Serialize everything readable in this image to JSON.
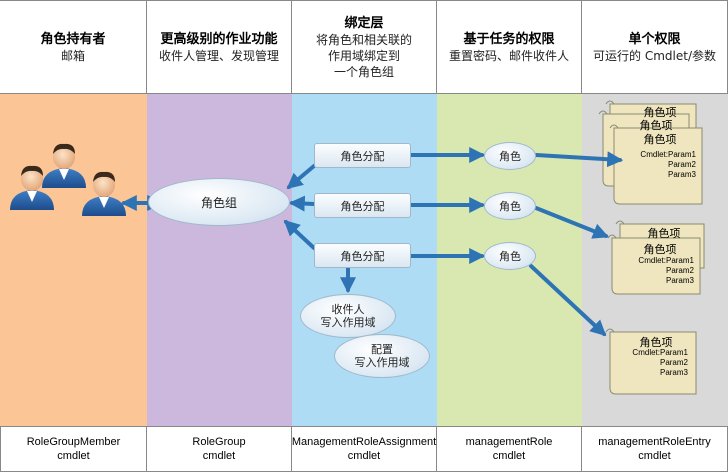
{
  "columns": [
    {
      "title": "角色持有者",
      "subtitle": "邮箱",
      "subtitle2": "",
      "bg": "#fbc596",
      "footer1": "RoleGroupMember",
      "footer2": "cmdlet"
    },
    {
      "title": "更高级别的作业功能",
      "subtitle": "收件人管理、发现管理",
      "subtitle2": "",
      "bg": "#ccb8dc",
      "footer1": "RoleGroup",
      "footer2": "cmdlet"
    },
    {
      "title": "绑定层",
      "subtitle": "将角色和相关联的",
      "subtitle2": "作用域绑定到",
      "subtitle3": "一个角色组",
      "bg": "#aedcf4",
      "footer1": "ManagementRoleAssignment",
      "footer2": "cmdlet"
    },
    {
      "title": "基于任务的权限",
      "subtitle": "重置密码、邮件收件人",
      "subtitle2": "",
      "bg": "#d9e8b0",
      "footer1": "managementRole",
      "footer2": "cmdlet"
    },
    {
      "title": "单个权限",
      "subtitle": "可运行的 Cmdlet/参数",
      "subtitle2": "",
      "bg": "#d9d9d9",
      "footer1": "managementRoleEntry",
      "footer2": "cmdlet"
    }
  ],
  "nodes": {
    "role_group": "角色组",
    "assignment": "角色分配",
    "role": "角色",
    "recipient_scope_1": "收件人",
    "recipient_scope_2": "写入作用域",
    "config_scope_1": "配置",
    "config_scope_2": "写入作用域"
  },
  "scrolls": {
    "entry": "角色项",
    "cmdlet_line": "Cmdlet:Param1",
    "param2": "Param2",
    "param3": "Param3"
  },
  "colors": {
    "arrow": "#2e74b5",
    "scroll_fill": "#efe6bf",
    "scroll_stroke": "#8a8a70"
  },
  "icons": [
    "person-icon",
    "person-icon",
    "person-icon"
  ]
}
